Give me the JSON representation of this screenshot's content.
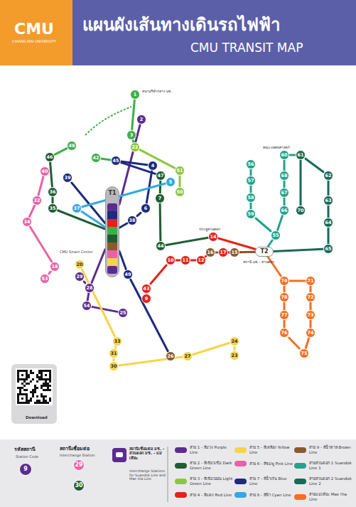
{
  "diagram": {
    "title": "แผนผังเส้นทางเดินรถไฟฟ้า",
    "nodes": [
      {
        "text": [
          "1"
        ]
      },
      {
        "text": [
          "2"
        ]
      },
      {
        "text": [
          "3"
        ]
      },
      {
        "text": [
          "22"
        ]
      },
      {
        "text": [
          "48"
        ]
      },
      {
        "text": [
          "42"
        ]
      },
      {
        "text": [
          "45"
        ]
      },
      {
        "text": [
          "46"
        ]
      },
      {
        "text": [
          "4"
        ]
      },
      {
        "text": [
          "51"
        ]
      },
      {
        "text": [
          "40"
        ]
      },
      {
        "text": [
          "39"
        ]
      },
      {
        "text": [
          "47"
        ]
      },
      {
        "text": [
          "5"
        ]
      },
      {
        "text": [
          "36"
        ]
      },
      {
        "text": [
          "50"
        ]
      },
      {
        "text": [
          "7"
        ]
      },
      {
        "text": [
          "32"
        ]
      },
      {
        "text": [
          "35"
        ]
      },
      {
        "text": [
          "37"
        ]
      },
      {
        "text": [
          "6"
        ]
      },
      {
        "text": [
          "34"
        ]
      },
      {
        "text": [
          "38"
        ]
      },
      {
        "text": [
          "T1"
        ]
      },
      {
        "text": [
          "44"
        ]
      },
      {
        "text": [
          "14"
        ]
      },
      {
        "text": [
          "16"
        ]
      },
      {
        "text": [
          "17"
        ]
      },
      {
        "text": [
          "15"
        ]
      },
      {
        "text": [
          "T2"
        ]
      },
      {
        "text": [
          "10"
        ]
      },
      {
        "text": [
          "11"
        ]
      },
      {
        "text": [
          "12"
        ]
      },
      {
        "text": [
          "18"
        ]
      },
      {
        "text": [
          "20"
        ]
      },
      {
        "text": [
          "29"
        ]
      },
      {
        "text": [
          "49"
        ]
      },
      {
        "text": [
          "43"
        ]
      },
      {
        "text": [
          "53"
        ]
      },
      {
        "text": [
          "28"
        ]
      },
      {
        "text": [
          "9"
        ]
      },
      {
        "text": [
          "54"
        ]
      },
      {
        "text": [
          "25"
        ]
      },
      {
        "text": [
          "33"
        ]
      },
      {
        "text": [
          "31"
        ]
      },
      {
        "text": [
          "30"
        ]
      },
      {
        "text": [
          "26"
        ]
      },
      {
        "text": [
          "27"
        ]
      },
      {
        "text": [
          "24"
        ]
      },
      {
        "text": [
          "23"
        ]
      },
      {
        "text": [
          "60"
        ]
      },
      {
        "text": [
          "61"
        ]
      },
      {
        "text": [
          "56"
        ]
      },
      {
        "text": [
          "68"
        ]
      },
      {
        "text": [
          "62"
        ]
      },
      {
        "text": [
          "57"
        ]
      },
      {
        "text": [
          "67"
        ]
      },
      {
        "text": [
          "63"
        ]
      },
      {
        "text": [
          "58"
        ]
      },
      {
        "text": [
          "66"
        ]
      },
      {
        "text": [
          "70"
        ]
      },
      {
        "text": [
          "59"
        ]
      },
      {
        "text": [
          "64"
        ]
      },
      {
        "text": [
          "55"
        ]
      },
      {
        "text": [
          "65"
        ]
      },
      {
        "text": [
          "79"
        ]
      },
      {
        "text": [
          "71"
        ]
      },
      {
        "text": [
          "78"
        ]
      },
      {
        "text": [
          "72"
        ]
      },
      {
        "text": [
          "77"
        ]
      },
      {
        "text": [
          "73"
        ]
      },
      {
        "text": [
          "76"
        ]
      },
      {
        "text": [
          "74"
        ]
      },
      {
        "text": [
          "75"
        ]
      },
      {
        "text": [
          "9"
        ]
      },
      {
        "text": [
          "29"
        ]
      },
      {
        "text": [
          "30"
        ]
      }
    ],
    "edges": [
      {
        "from": 0,
        "to": 2,
        "arrow": "none"
      },
      {
        "from": 2,
        "to": 3,
        "arrow": "none"
      },
      {
        "from": 3,
        "to": 9,
        "arrow": "none"
      },
      {
        "from": 9,
        "to": 15,
        "arrow": "none"
      },
      {
        "from": 1,
        "to": 23,
        "arrow": "none"
      },
      {
        "from": 23,
        "to": 39,
        "arrow": "none"
      },
      {
        "from": 35,
        "to": 39,
        "arrow": "none"
      },
      {
        "from": 39,
        "to": 41,
        "arrow": "none"
      },
      {
        "from": 41,
        "to": 42,
        "arrow": "none"
      },
      {
        "from": 4,
        "to": 7,
        "arrow": "none"
      },
      {
        "from": 7,
        "to": 14,
        "arrow": "none"
      },
      {
        "from": 14,
        "to": 18,
        "arrow": "none"
      },
      {
        "from": 18,
        "to": 23,
        "arrow": "none"
      },
      {
        "from": 5,
        "to": 6,
        "arrow": "none"
      },
      {
        "from": 6,
        "to": 12,
        "arrow": "none"
      },
      {
        "from": 12,
        "to": 16,
        "arrow": "none"
      },
      {
        "from": 16,
        "to": 24,
        "arrow": "none"
      },
      {
        "from": 6,
        "to": 8,
        "arrow": "none"
      },
      {
        "from": 8,
        "to": 20,
        "arrow": "none"
      },
      {
        "from": 20,
        "to": 22,
        "arrow": "none"
      },
      {
        "from": 22,
        "to": 23,
        "arrow": "none"
      },
      {
        "from": 11,
        "to": 23,
        "arrow": "none"
      },
      {
        "from": 36,
        "to": 23,
        "arrow": "none"
      },
      {
        "from": 13,
        "to": 19,
        "arrow": "none"
      },
      {
        "from": 19,
        "to": 23,
        "arrow": "none"
      },
      {
        "from": 10,
        "to": 17,
        "arrow": "none"
      },
      {
        "from": 17,
        "to": 21,
        "arrow": "none"
      },
      {
        "from": 21,
        "to": 33,
        "arrow": "none"
      },
      {
        "from": 33,
        "to": 38,
        "arrow": "none"
      },
      {
        "from": 34,
        "to": 43,
        "arrow": "none"
      },
      {
        "from": 43,
        "to": 44,
        "arrow": "none"
      },
      {
        "from": 44,
        "to": 45,
        "arrow": "none"
      },
      {
        "from": 45,
        "to": 47,
        "arrow": "none"
      },
      {
        "from": 47,
        "to": 48,
        "arrow": "none"
      },
      {
        "from": 48,
        "to": 49,
        "arrow": "none"
      },
      {
        "from": 40,
        "to": 37,
        "arrow": "none"
      },
      {
        "from": 37,
        "to": 30,
        "arrow": "none"
      },
      {
        "from": 30,
        "to": 31,
        "arrow": "none"
      },
      {
        "from": 31,
        "to": 32,
        "arrow": "none"
      },
      {
        "from": 32,
        "to": 26,
        "arrow": "none"
      },
      {
        "from": 25,
        "to": 29,
        "arrow": "none"
      },
      {
        "from": 27,
        "to": 29,
        "arrow": "none"
      },
      {
        "from": 24,
        "to": 25,
        "arrow": "none"
      },
      {
        "from": 26,
        "to": 27,
        "arrow": "none"
      },
      {
        "from": 27,
        "to": 28,
        "arrow": "none"
      },
      {
        "from": 28,
        "to": 29,
        "arrow": "none"
      },
      {
        "from": 36,
        "to": 46,
        "arrow": "none"
      },
      {
        "from": 50,
        "to": 51,
        "arrow": "none"
      },
      {
        "from": 50,
        "to": 53,
        "arrow": "none"
      },
      {
        "from": 53,
        "to": 56,
        "arrow": "none"
      },
      {
        "from": 56,
        "to": 59,
        "arrow": "none"
      },
      {
        "from": 59,
        "to": 63,
        "arrow": "none"
      },
      {
        "from": 63,
        "to": 29,
        "arrow": "none"
      },
      {
        "from": 52,
        "to": 55,
        "arrow": "none"
      },
      {
        "from": 55,
        "to": 58,
        "arrow": "none"
      },
      {
        "from": 58,
        "to": 61,
        "arrow": "none"
      },
      {
        "from": 61,
        "to": 63,
        "arrow": "none"
      },
      {
        "from": 51,
        "to": 54,
        "arrow": "none"
      },
      {
        "from": 54,
        "to": 57,
        "arrow": "none"
      },
      {
        "from": 57,
        "to": 62,
        "arrow": "none"
      },
      {
        "from": 62,
        "to": 64,
        "arrow": "none"
      },
      {
        "from": 64,
        "to": 29,
        "arrow": "none"
      },
      {
        "from": 51,
        "to": 60,
        "arrow": "none"
      },
      {
        "from": 29,
        "to": 65,
        "arrow": "none"
      },
      {
        "from": 65,
        "to": 66,
        "arrow": "none"
      },
      {
        "from": 65,
        "to": 67,
        "arrow": "none"
      },
      {
        "from": 66,
        "to": 68,
        "arrow": "none"
      },
      {
        "from": 67,
        "to": 69,
        "arrow": "none"
      },
      {
        "from": 68,
        "to": 70,
        "arrow": "none"
      },
      {
        "from": 69,
        "to": 71,
        "arrow": "none"
      },
      {
        "from": 70,
        "to": 72,
        "arrow": "none"
      },
      {
        "from": 71,
        "to": 73,
        "arrow": "none"
      },
      {
        "from": 72,
        "to": 73,
        "arrow": "none"
      }
    ],
    "labels": [
      "CMU",
      "CHIANG MAI UNIVERSITY",
      "CMU TRANSIT MAP",
      "CMU Smart Center",
      "Download",
      "รหัสสถานี",
      "Station Code",
      "สถานีเชื่อมต่อ",
      "Interchange Station",
      "สถานีเชื่อมต่อ มช. - สวนดอก มช. - แม่เหียะ",
      "Interchange Stations for Suandok Line and Mae Hia Line",
      "สนามกีฬากลาง มช.",
      "คณะแพทยศาสตร์",
      "สถานี มช. - สวนดอก",
      "ประตูสวนดอก"
    ],
    "legend": [
      {
        "text": "สาย 1 - สีม่วง Purple Line",
        "color": "#5b2c8f"
      },
      {
        "text": "สาย 2 - สีเขียวเข้ม Dark Green Line",
        "color": "#1f5d32"
      },
      {
        "text": "สาย 3 - สีเขียวอ่อน Light Green Line",
        "color": "#8cc63f"
      },
      {
        "text": "สาย 4 - สีแดง Red Line",
        "color": "#e2231a"
      },
      {
        "text": "สาย 5 - สีเหลือง Yellow Line",
        "color": "#f7d44a"
      },
      {
        "text": "สาย 6 - สีชมพู Pink Line",
        "color": "#e663a6"
      },
      {
        "text": "สาย 7 - สีน้ำเงิน Blue Line",
        "color": "#1d2b7d"
      },
      {
        "text": "สาย 8 - สีฟ้า Cyan Line",
        "color": "#35a8e0"
      },
      {
        "text": "สาย 9 - สีน้ำตาล Brown Line",
        "color": "#8a5a2e"
      },
      {
        "text": "สายสวนดอก 1 Suandok Line 1",
        "color": "#21a48a"
      },
      {
        "text": "สายสวนดอก 2 Suandok Line 2",
        "color": "#176a55"
      },
      {
        "text": "สายแม่เหียะ Mae Hia Line",
        "color": "#f36f21"
      }
    ]
  }
}
